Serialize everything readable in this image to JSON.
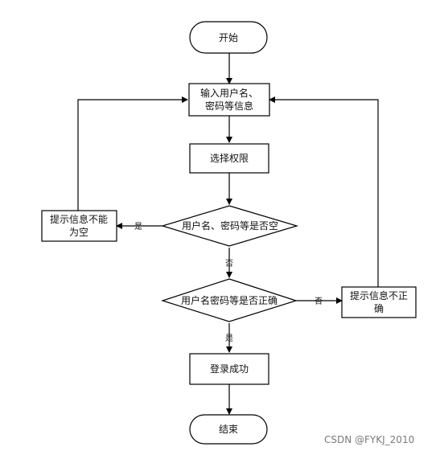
{
  "nodes": {
    "start": "开始",
    "input_line1": "输入用户名、",
    "input_line2": "密码等信息",
    "select_permission": "选择权限",
    "check_empty": "用户名、密码等是否空",
    "tip_empty_line1": "提示信息不能",
    "tip_empty_line2": "为空",
    "check_correct": "用户名密码等是否正确",
    "tip_incorrect_line1": "提示信息不正",
    "tip_incorrect_line2": "确",
    "login_success": "登录成功",
    "end": "结束"
  },
  "edges": {
    "yes": "是",
    "no": "否"
  },
  "watermark": "CSDN @FYKJ_2010"
}
